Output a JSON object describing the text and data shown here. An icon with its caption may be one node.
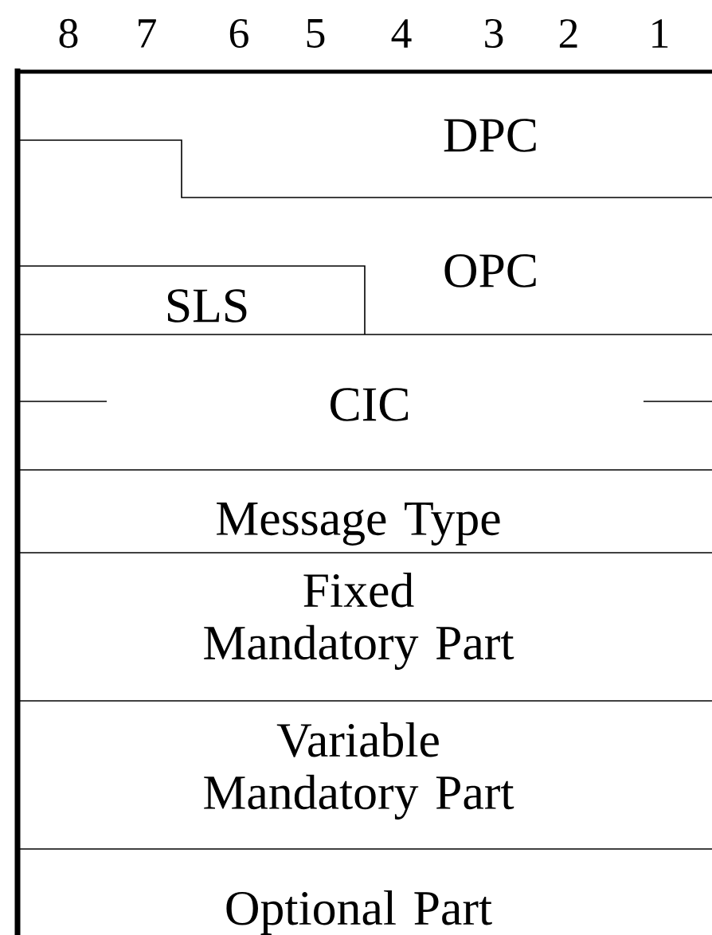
{
  "diagram": {
    "nodes": [
      {
        "text": [
          "DPC"
        ]
      },
      {
        "text": [
          "OPC"
        ]
      },
      {
        "text": [
          "SLS"
        ]
      },
      {
        "text": [
          "CIC"
        ]
      },
      {
        "text": [
          "Message Type"
        ]
      },
      {
        "text": [
          "Fixed Mandatory Part"
        ]
      },
      {
        "text": [
          "Variable Mandatory Part"
        ]
      },
      {
        "text": [
          "Optional Part"
        ]
      }
    ],
    "labels": [
      "8",
      "7",
      "6",
      "5",
      "4",
      "3",
      "2",
      "1"
    ]
  }
}
